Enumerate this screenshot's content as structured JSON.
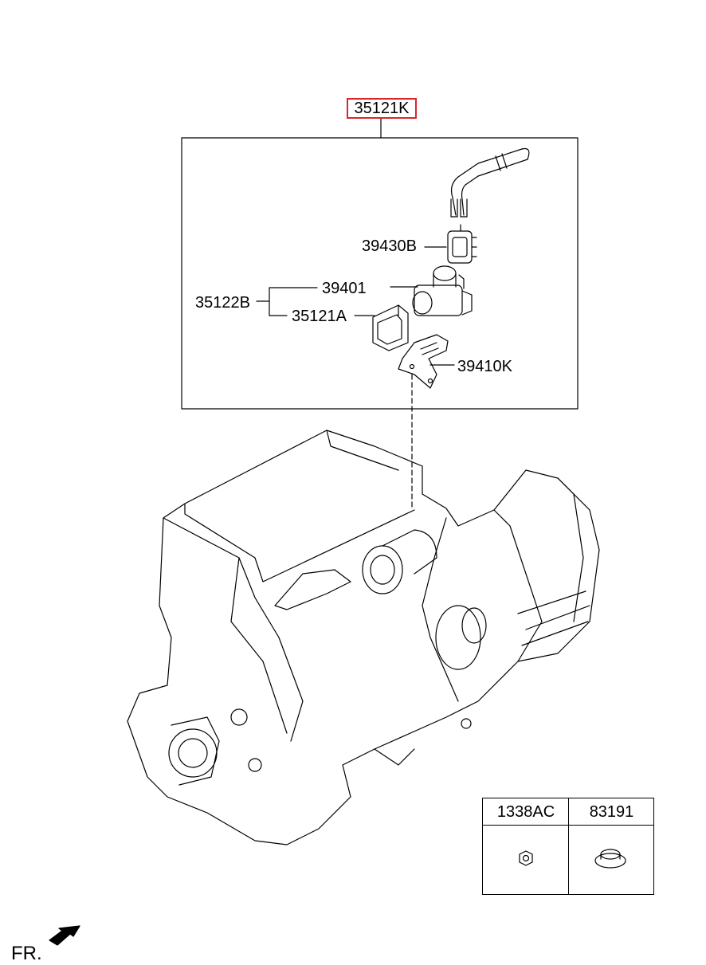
{
  "diagram": {
    "main_code": "35121K",
    "parts": {
      "p39430B": "39430B",
      "p39401": "39401",
      "p35122B": "35122B",
      "p35121A": "35121A",
      "p39410K": "39410K"
    },
    "table": {
      "col1": "1338AC",
      "col2": "83191"
    },
    "direction": "FR.",
    "colors": {
      "highlight": "#d9262b",
      "line": "#000000"
    }
  }
}
